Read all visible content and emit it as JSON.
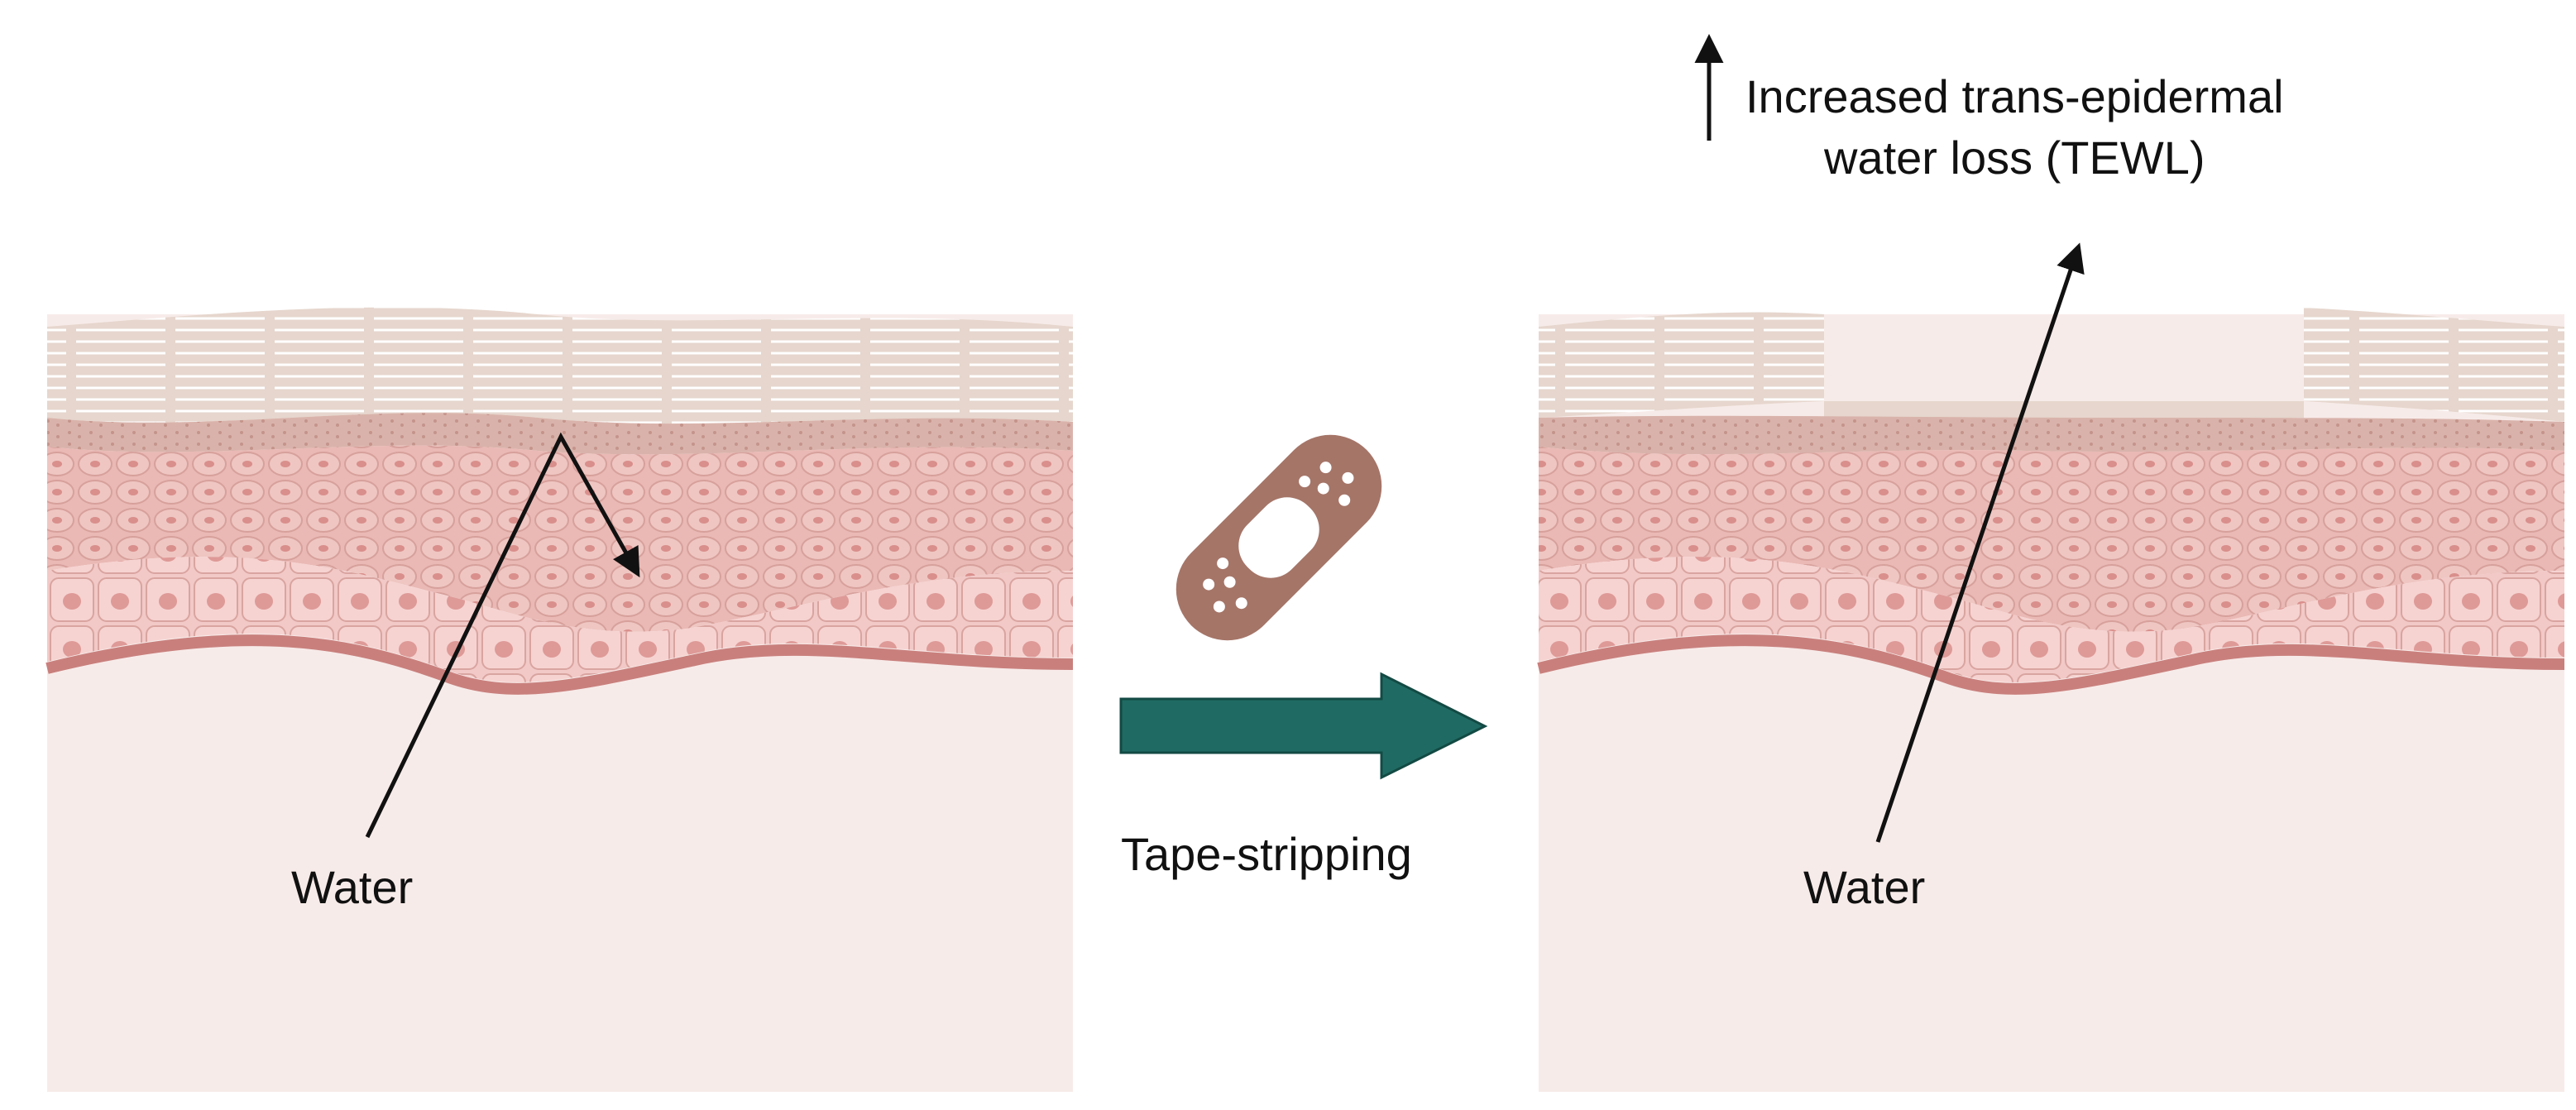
{
  "left_panel": {
    "water_label": "Water"
  },
  "process": {
    "label": "Tape-stripping",
    "icon": "bandage-icon",
    "arrow_color": "#1f6b63",
    "bandage_color": "#a57568"
  },
  "right_panel": {
    "water_label": "Water",
    "tewl_line1": "Increased trans-epidermal",
    "tewl_line2": "water loss (TEWL)",
    "increase_icon": "up-arrow-icon"
  },
  "colors": {
    "stratum_corneum": "#e6d6cd",
    "granular": "#d9b3ab",
    "spinous": "#eab9b5",
    "basal": "#f2c9c7",
    "basement_membrane": "#c9807d",
    "dermis": "#f7ebe9"
  }
}
